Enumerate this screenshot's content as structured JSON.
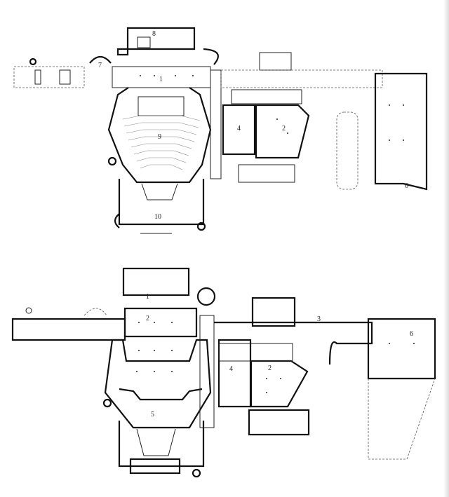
{
  "upper_plan": {
    "labels": [
      "8",
      "7",
      "1",
      "9",
      "4",
      "2",
      "6",
      "10"
    ]
  },
  "lower_plan": {
    "labels": [
      "1",
      "2",
      "3",
      "6",
      "4",
      "2",
      "5"
    ]
  }
}
